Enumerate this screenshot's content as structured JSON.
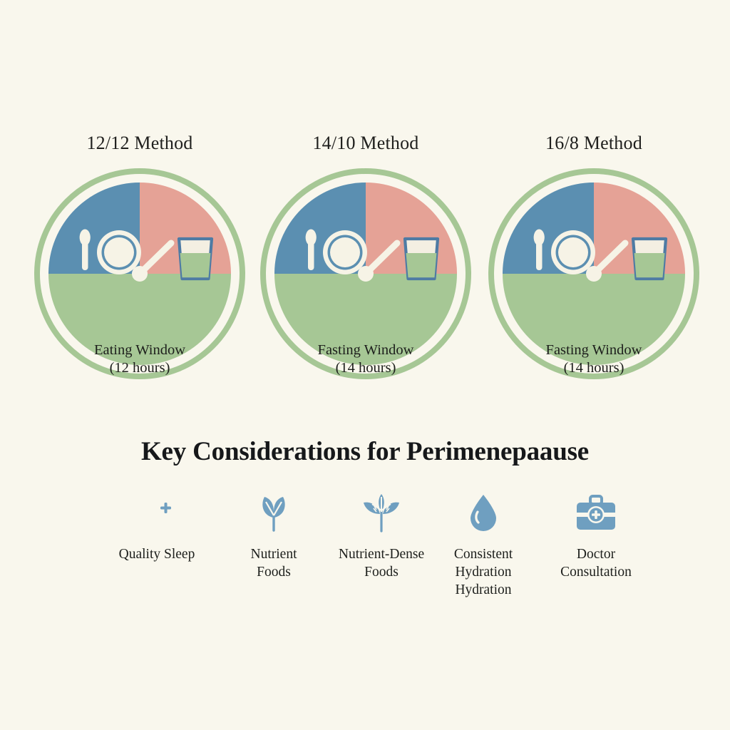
{
  "page": {
    "background_color": "#f9f7ed",
    "text_color": "#1d1f1c"
  },
  "palette": {
    "blue": "#5b8fb1",
    "salmon": "#e5a296",
    "green": "#a6c795",
    "cream": "#f6f3e6",
    "ring_green": "#a6c795"
  },
  "methods": [
    {
      "title": "12/12 Method",
      "window_label": "Eating Window",
      "window_hours": "(12 hours)",
      "plate_icon": "plate-and-spoon-icon",
      "glass_icon": "water-glass-icon",
      "clock_hand_icon": "clock-hand-icon"
    },
    {
      "title": "14/10 Method",
      "window_label": "Fasting Window",
      "window_hours": "(14 hours)",
      "plate_icon": "plate-and-spoon-icon",
      "glass_icon": "water-glass-icon",
      "clock_hand_icon": "clock-hand-icon"
    },
    {
      "title": "16/8 Method",
      "window_label": "Fasting Window",
      "window_hours": "(14 hours)",
      "plate_icon": "plate-and-spoon-icon",
      "glass_icon": "water-glass-icon",
      "clock_hand_icon": "clock-hand-icon"
    }
  ],
  "key_section": {
    "heading": "Key Considerations for Perimenepaause",
    "items": [
      {
        "icon": "crescent-moon-plus-icon",
        "line1": "Quality Sleep",
        "line2": ""
      },
      {
        "icon": "two-leaf-icon",
        "line1": "Nutrient",
        "line2": "Foods"
      },
      {
        "icon": "leaf-sprig-icon",
        "line1": "Nutrient-Dense",
        "line2": "Foods"
      },
      {
        "icon": "water-drop-icon",
        "line1": "Consistent",
        "line2": "Hydration",
        "line3": "Hydration"
      },
      {
        "icon": "medical-bag-icon",
        "line1": "Doctor",
        "line2": "Consultation"
      }
    ]
  }
}
